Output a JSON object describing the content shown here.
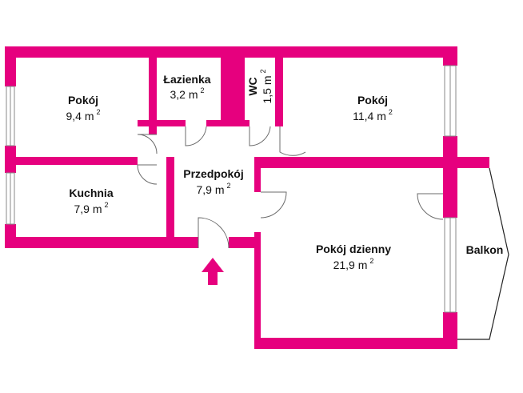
{
  "rooms": {
    "pokoj_1": {
      "name": "Pokój",
      "area": "9,4 m",
      "unit_exp": "2"
    },
    "lazienka": {
      "name": "Łazienka",
      "area": "3,2 m",
      "unit_exp": "2"
    },
    "wc": {
      "name": "WC",
      "area": "1,5 m",
      "unit_exp": "2"
    },
    "pokoj_2": {
      "name": "Pokój",
      "area": "11,4 m",
      "unit_exp": "2"
    },
    "kuchnia": {
      "name": "Kuchnia",
      "area": "7,9 m",
      "unit_exp": "2"
    },
    "przedpokoj": {
      "name": "Przedpokój",
      "area": "7,9 m",
      "unit_exp": "2"
    },
    "pokoj_dzienny": {
      "name": "Pokój dzienny",
      "area": "21,9 m",
      "unit_exp": "2"
    },
    "balkon": {
      "name": "Balkon"
    }
  },
  "colors": {
    "wall": "#e6007e",
    "background": "#ffffff",
    "text": "#111111"
  },
  "icons": {
    "entrance": "entrance-arrow-icon"
  }
}
